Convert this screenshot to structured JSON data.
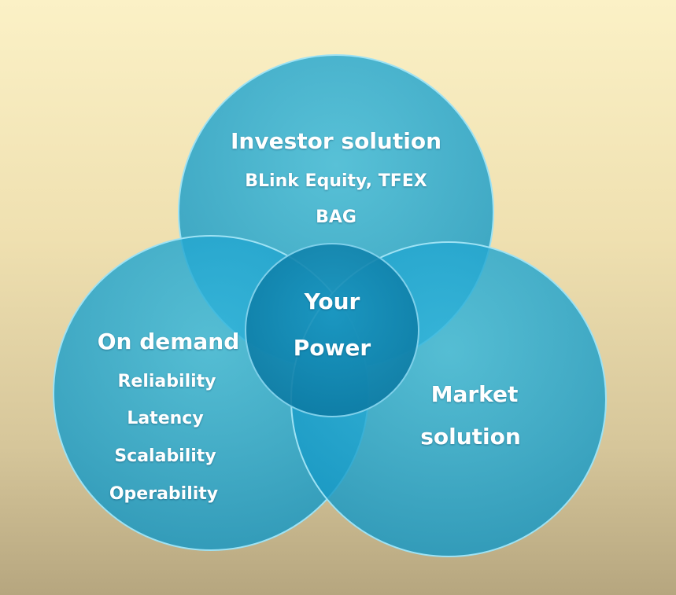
{
  "investor_circle": {
    "title": "Investor solution",
    "line_1": "BLink Equity, TFEX",
    "line_2": "BAG"
  },
  "on_demand_circle": {
    "title": "On demand",
    "items": [
      "Reliability",
      "Latency",
      "Scalability",
      "Operability"
    ]
  },
  "market_circle": {
    "line_1": "Market",
    "line_2": "solution"
  },
  "center_circle": {
    "line_1": "Your",
    "line_2": "Power"
  },
  "colors": {
    "circle_fill": "#1ca7d2",
    "circle_edge": "#8fdcf2",
    "center_fill": "#0f84ad",
    "text": "#ffffff"
  }
}
